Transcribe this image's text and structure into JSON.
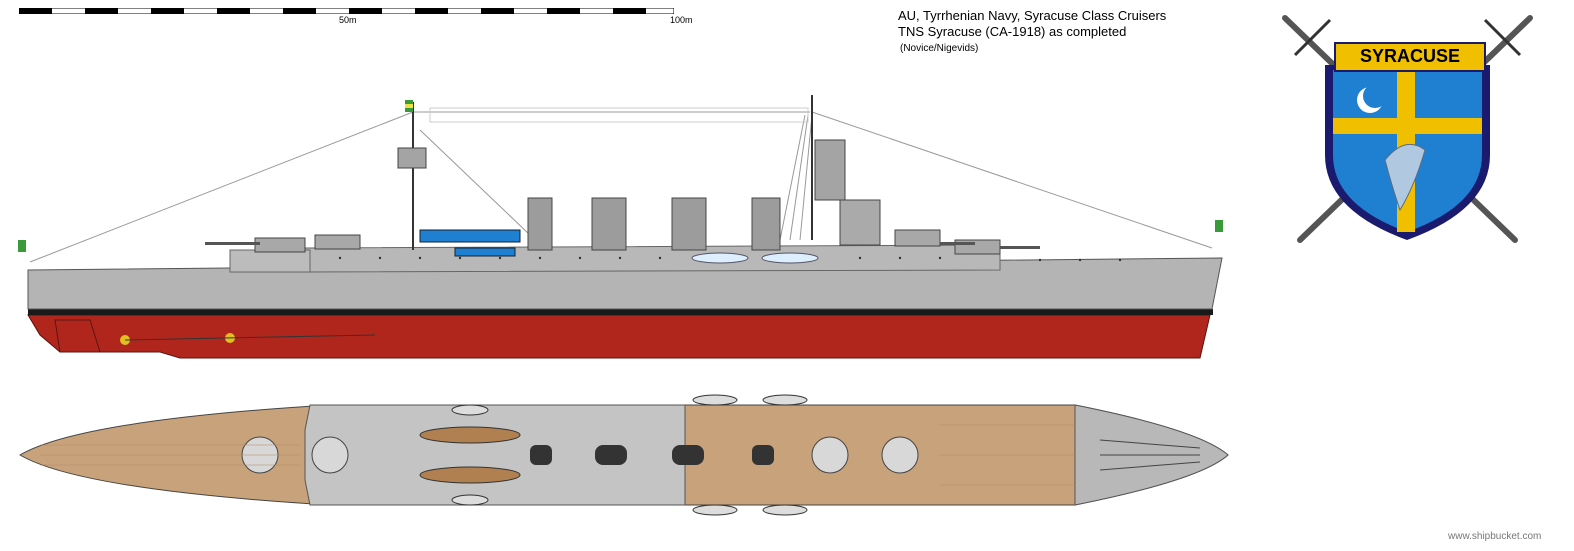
{
  "scale": {
    "mark_50": "50m",
    "mark_100": "100m"
  },
  "title": {
    "line1": "AU, Tyrrhenian Navy, Syracuse Class Cruisers",
    "line2": "TNS Syracuse (CA-1918) as completed",
    "credit": "(Novice/Nigevids)"
  },
  "emblem": {
    "banner": "SYRACUSE"
  },
  "watermark": "www.shipbucket.com",
  "colors": {
    "hull_grey": "#b4b4b4",
    "hull_red": "#b0261c",
    "deck_wood": "#c8a27a",
    "shield_blue": "#1f7fd0",
    "shield_border": "#1a1a6e",
    "banner_gold": "#f0c000"
  }
}
